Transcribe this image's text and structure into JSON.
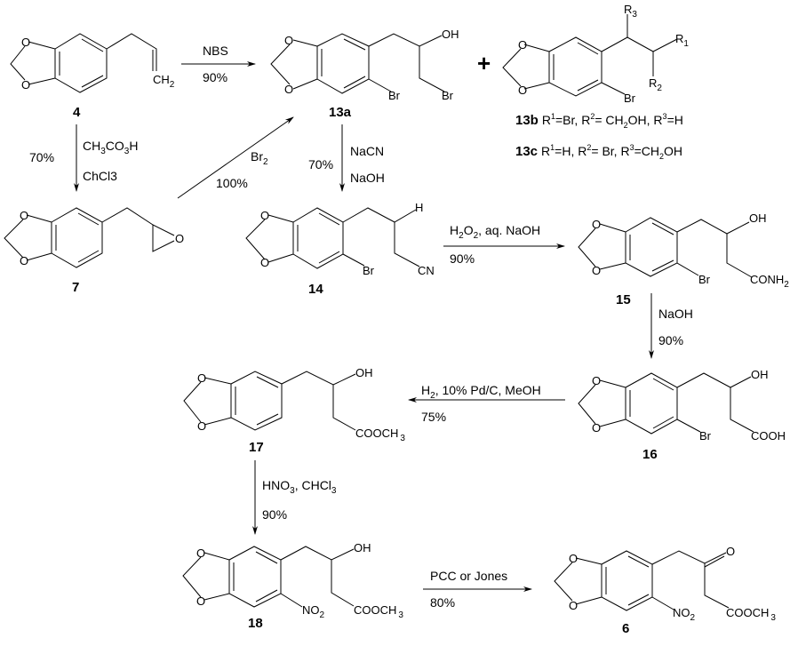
{
  "scheme": {
    "compounds": {
      "c4": {
        "label": "4",
        "atoms": {
          "o_top": "O",
          "o_bot": "O",
          "ch2": "CH",
          "ch2_sub": "2"
        }
      },
      "c13a": {
        "label": "13a",
        "atoms": {
          "o_top": "O",
          "o_bot": "O",
          "oh": "OH",
          "br_ring": "Br",
          "br_chain": "Br"
        }
      },
      "c13bc": {
        "atoms": {
          "o_top": "O",
          "o_bot": "O",
          "r3": "R",
          "r3_sub": "3",
          "r1": "R",
          "r1_sub": "1",
          "r2": "R",
          "r2_sub": "2",
          "br": "Br"
        }
      },
      "c7": {
        "label": "7",
        "atoms": {
          "o_top": "O",
          "o_bot": "O",
          "o_epox": "O"
        }
      },
      "c14": {
        "label": "14",
        "atoms": {
          "o_top": "O",
          "o_bot": "O",
          "h": "H",
          "br": "Br",
          "cn": "CN"
        }
      },
      "c15": {
        "label": "15",
        "atoms": {
          "o_top": "O",
          "o_bot": "O",
          "oh": "OH",
          "br": "Br",
          "conh": "CONH",
          "conh_sub": "2"
        }
      },
      "c16": {
        "label": "16",
        "atoms": {
          "o_top": "O",
          "o_bot": "O",
          "oh": "OH",
          "br": "Br",
          "cooh": "COOH"
        }
      },
      "c17": {
        "label": "17",
        "atoms": {
          "o_top": "O",
          "o_bot": "O",
          "oh": "OH",
          "ester": "COOCH",
          "ester_sub": "3"
        }
      },
      "c18": {
        "label": "18",
        "atoms": {
          "o_top": "O",
          "o_bot": "O",
          "oh": "OH",
          "no": "NO",
          "no_sub": "2",
          "ester": "COOCH",
          "ester_sub": "3"
        }
      },
      "c6": {
        "label": "6",
        "atoms": {
          "o_top": "O",
          "o_bot": "O",
          "ketone_o": "O",
          "no": "NO",
          "no_sub": "2",
          "ester": "COOCH",
          "ester_sub": "3"
        }
      }
    },
    "plus": "+",
    "variants": {
      "b": {
        "id": "13b",
        "r1": "R",
        "r1_sup": "1",
        "r1_val": "=Br, ",
        "r2": "R",
        "r2_sup": "2",
        "r2_val": "= CH",
        "r2_sub": "2",
        "r2_tail": "OH, ",
        "r3": "R",
        "r3_sup": "3",
        "r3_val": "=H"
      },
      "c": {
        "id": "13c",
        "r1": "R",
        "r1_sup": "1",
        "r1_val": "=H, ",
        "r2": "R",
        "r2_sup": "2",
        "r2_val": "= Br, ",
        "r3": "R",
        "r3_sup": "3",
        "r3_val": "=CH",
        "r3_sub": "2",
        "r3_tail": "OH"
      }
    },
    "reactions": {
      "r_4_13a": {
        "reagent": "NBS",
        "yield": "90%"
      },
      "r_4_7": {
        "reagent1_a": "CH",
        "reagent1_s1": "3",
        "reagent1_b": "CO",
        "reagent1_s2": "3",
        "reagent1_c": "H",
        "reagent2": "ChCl3",
        "yield": "70%"
      },
      "r_7_13a": {
        "reagent": "Br",
        "reagent_sub": "2",
        "yield": "100%"
      },
      "r_13a_14": {
        "reagent1": "NaCN",
        "reagent2": "NaOH",
        "yield": "70%"
      },
      "r_14_15": {
        "reagent_a": "H",
        "reagent_s1": "2",
        "reagent_b": "O",
        "reagent_s2": "2",
        "reagent_c": ", aq. NaOH",
        "yield": "90%"
      },
      "r_15_16": {
        "reagent": "NaOH",
        "yield": "90%"
      },
      "r_16_17": {
        "reagent_a": "H",
        "reagent_s1": "2",
        "reagent_b": ", 10% Pd/C, MeOH",
        "yield": "75%"
      },
      "r_17_18": {
        "reagent_a": "HNO",
        "reagent_s1": "3",
        "reagent_b": ", CHCl",
        "reagent_s2": "3",
        "yield": "90%"
      },
      "r_18_6": {
        "reagent": "PCC or Jones",
        "yield": "80%"
      }
    }
  }
}
